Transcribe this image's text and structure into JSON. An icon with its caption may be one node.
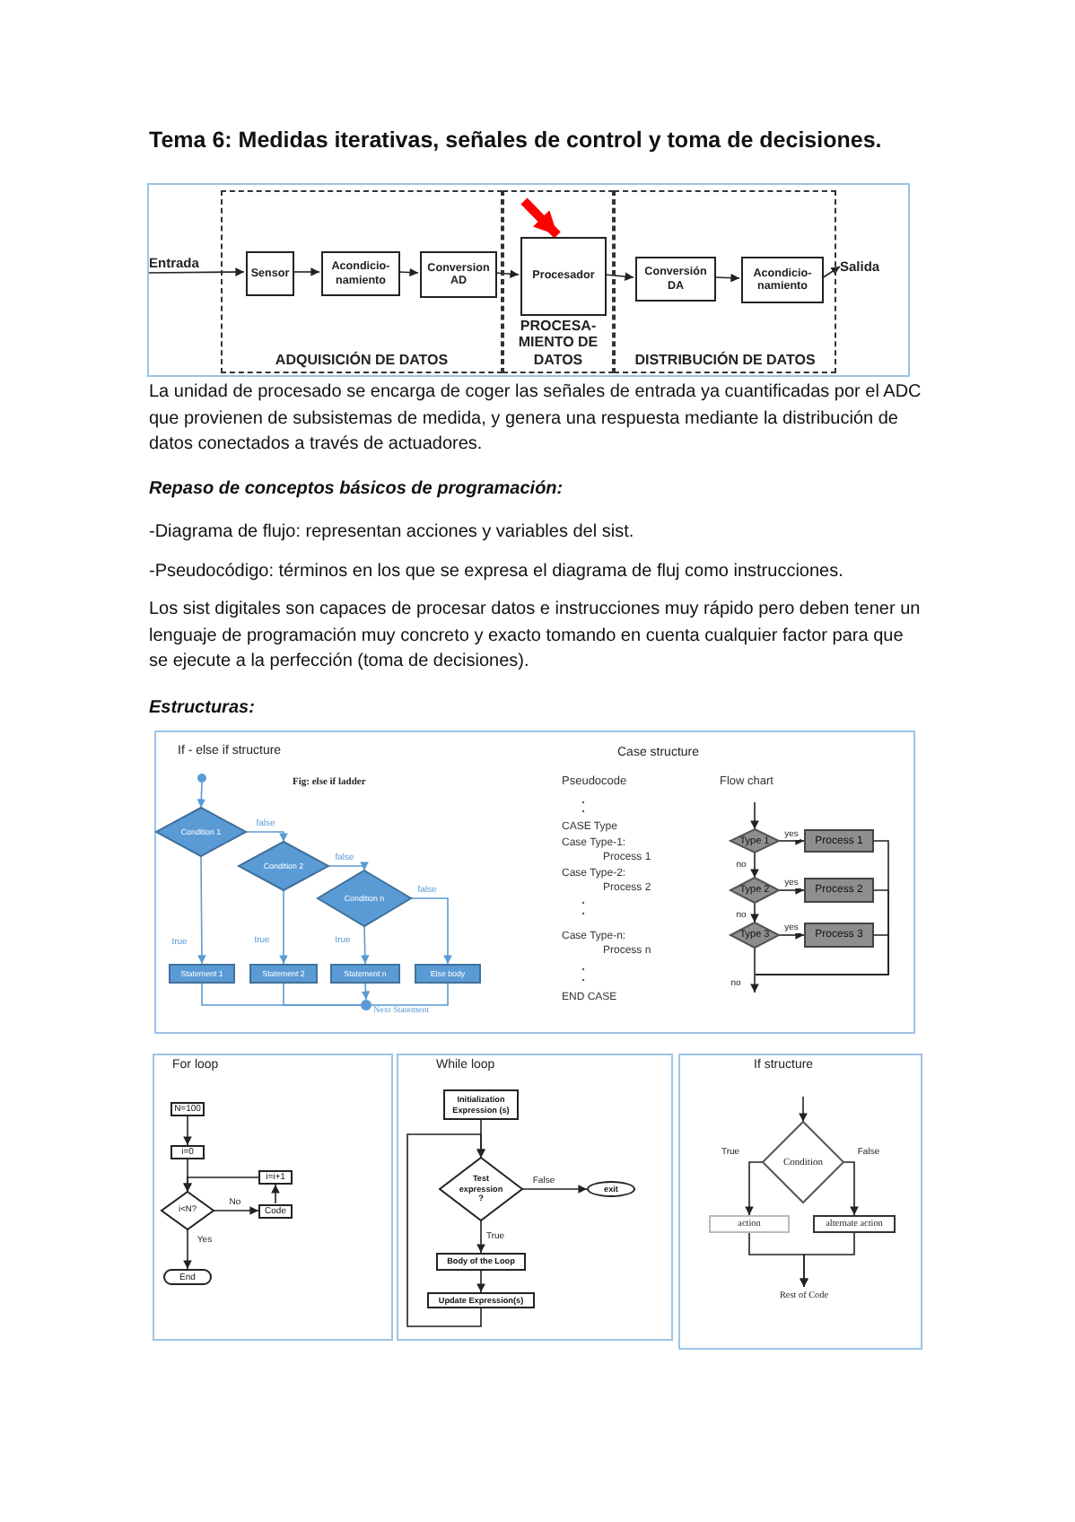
{
  "diagram": {
    "title": "Tema 6: Medidas iterativas, señales de control y toma de decisiones.",
    "nodes": [
      {
        "text": [
          "ADQUISICIÓN DE DATOS"
        ]
      },
      {
        "text": [
          "Sensor"
        ],
        "in": 0
      },
      {
        "text": [
          "Acondicio- namiento"
        ],
        "in": 0
      },
      {
        "text": [
          "Conversion AD"
        ],
        "in": 0
      },
      {
        "text": [
          "PROCESA- MIENTO DE DATOS"
        ]
      },
      {
        "text": [
          "Procesador"
        ],
        "in": 4
      },
      {
        "text": [
          "DISTRIBUCIÓN DE DATOS"
        ]
      },
      {
        "text": [
          "Conversión DA"
        ],
        "in": 6
      },
      {
        "text": [
          "Acondicio- namiento"
        ],
        "in": 6
      },
      {
        "text": [
          "Entrada"
        ]
      },
      {
        "text": [
          "Salida"
        ]
      },
      {
        "text": [],
        "shape": "circle"
      },
      {
        "text": [
          "Condition 1"
        ]
      },
      {
        "text": [
          "Condition 2"
        ]
      },
      {
        "text": [
          "Condition n"
        ]
      },
      {
        "text": [
          "Statement 1"
        ]
      },
      {
        "text": [
          "Statement 2"
        ]
      },
      {
        "text": [
          "Statement n"
        ]
      },
      {
        "text": [
          "Else body"
        ]
      },
      {
        "text": [],
        "shape": "circle"
      },
      {
        "text": [
          "Type 1"
        ]
      },
      {
        "text": [
          "Process 1"
        ]
      },
      {
        "text": [
          "Type 2"
        ]
      },
      {
        "text": [
          "Process 2"
        ]
      },
      {
        "text": [
          "Type 3"
        ]
      },
      {
        "text": [
          "Process 3"
        ]
      },
      {
        "text": [
          "N=100"
        ]
      },
      {
        "text": [
          "i=0"
        ]
      },
      {
        "text": [
          "i=i+1"
        ]
      },
      {
        "text": [
          "i<N?"
        ]
      },
      {
        "text": [
          "Code"
        ]
      },
      {
        "text": [
          "End"
        ]
      },
      {
        "text": [
          "Initialization Expression (s)"
        ]
      },
      {
        "text": [
          "Test expression ?"
        ]
      },
      {
        "text": [
          "exit"
        ]
      },
      {
        "text": [
          "Body of the Loop"
        ]
      },
      {
        "text": [
          "Update Expression(s)"
        ]
      },
      {
        "text": [
          "Condition"
        ]
      },
      {
        "text": [
          "action"
        ]
      },
      {
        "text": [
          "alternate action"
        ]
      },
      {
        "text": [
          "Rest of Code"
        ]
      }
    ],
    "edges": [
      {
        "from": 9,
        "to": 1,
        "arrow": "to"
      },
      {
        "from": 1,
        "to": 2,
        "arrow": "to"
      },
      {
        "from": 2,
        "to": 3,
        "arrow": "to"
      },
      {
        "from": 3,
        "to": 5,
        "arrow": "to"
      },
      {
        "from": 5,
        "to": 7,
        "arrow": "to"
      },
      {
        "from": 7,
        "to": 8,
        "arrow": "to"
      },
      {
        "from": 8,
        "to": 10,
        "arrow": "to"
      },
      {
        "from": null,
        "to": 5,
        "arrow": "to",
        "style": "thick",
        "color": "#ff0000"
      },
      {
        "from": 11,
        "to": 12,
        "arrow": "to",
        "color": "#5b9bd5"
      },
      {
        "from": 12,
        "to": 13,
        "arrow": "to",
        "label": "false",
        "color": "#5b9bd5"
      },
      {
        "from": 12,
        "to": 15,
        "arrow": "to",
        "label": "true",
        "color": "#5b9bd5"
      },
      {
        "from": 13,
        "to": 14,
        "arrow": "to",
        "label": "false",
        "color": "#5b9bd5"
      },
      {
        "from": 13,
        "to": 16,
        "arrow": "to",
        "label": "true",
        "color": "#5b9bd5"
      },
      {
        "from": 14,
        "to": 17,
        "arrow": "to",
        "label": "true",
        "color": "#5b9bd5"
      },
      {
        "from": 14,
        "to": 18,
        "arrow": "to",
        "label": "false",
        "color": "#5b9bd5"
      },
      {
        "from": 15,
        "to": 19,
        "arrow": "none",
        "color": "#5b9bd5"
      },
      {
        "from": 16,
        "to": 19,
        "arrow": "none",
        "color": "#5b9bd5"
      },
      {
        "from": 17,
        "to": 19,
        "arrow": "to",
        "color": "#5b9bd5"
      },
      {
        "from": 18,
        "to": 19,
        "arrow": "none",
        "color": "#5b9bd5"
      },
      {
        "from": null,
        "to": 20,
        "arrow": "to"
      },
      {
        "from": 20,
        "to": 21,
        "arrow": "to",
        "label": "yes"
      },
      {
        "from": 20,
        "to": 22,
        "arrow": "to",
        "label": "no"
      },
      {
        "from": 22,
        "to": 23,
        "arrow": "to",
        "label": "yes"
      },
      {
        "from": 22,
        "to": 24,
        "arrow": "to",
        "label": "no"
      },
      {
        "from": 24,
        "to": 25,
        "arrow": "to",
        "label": "yes"
      },
      {
        "from": 24,
        "to": null,
        "arrow": "to",
        "label": "no"
      },
      {
        "from": 21,
        "to": null,
        "arrow": "none"
      },
      {
        "from": 23,
        "to": null,
        "arrow": "none"
      },
      {
        "from": 25,
        "to": null,
        "arrow": "none"
      },
      {
        "from": 26,
        "to": 27,
        "arrow": "to"
      },
      {
        "from": 27,
        "to": 29,
        "arrow": "to"
      },
      {
        "from": 29,
        "to": 30,
        "arrow": "to",
        "label": "No"
      },
      {
        "from": 30,
        "to": 28,
        "arrow": "to"
      },
      {
        "from": 28,
        "to": 29,
        "arrow": "to"
      },
      {
        "from": 29,
        "to": 31,
        "arrow": "to",
        "label": "Yes"
      },
      {
        "from": 32,
        "to": 33,
        "arrow": "to"
      },
      {
        "from": 33,
        "to": 34,
        "arrow": "to",
        "label": "False"
      },
      {
        "from": 33,
        "to": 35,
        "arrow": "to",
        "label": "True"
      },
      {
        "from": 35,
        "to": 36,
        "arrow": "to"
      },
      {
        "from": 36,
        "to": 33,
        "arrow": "to"
      },
      {
        "from": null,
        "to": 37,
        "arrow": "to"
      },
      {
        "from": 37,
        "to": 38,
        "arrow": "to",
        "label": "True"
      },
      {
        "from": 37,
        "to": 39,
        "arrow": "to",
        "label": "False"
      },
      {
        "from": 38,
        "to": 40,
        "arrow": "to"
      },
      {
        "from": 39,
        "to": 40,
        "arrow": "to"
      }
    ],
    "labels": [
      "La unidad de procesado se encarga de coger las señales de entrada ya cuantificadas por el ADC que provienen de subsistemas de medida, y genera una respuesta mediante la distribución de datos conectados a través de actuadores.",
      "*Repaso de conceptos básicos de programación*:",
      "-Diagrama de flujo: representan acciones y variables del sist.",
      "-Pseudocódigo: términos en los que se expresa el diagrama de fluj como instrucciones.",
      "Los sist digitales son capaces de procesar datos e instrucciones muy rápido pero deben tener un lenguaje de programación muy concreto y exacto tomando en cuenta cualquier factor para que se ejecute a la perfección (toma de decisiones).",
      "*Estructuras:*",
      "If - else if structure",
      "Fig: else if ladder",
      "Next Statement",
      "Case structure",
      "Pseudocode",
      "Flow chart",
      "CASE Type",
      "Case Type-1:",
      "Process 1",
      "Case Type-2:",
      "Process 2",
      "Case Type-n:",
      "Process n",
      "END CASE",
      "For loop",
      "While loop",
      "If structure"
    ]
  }
}
